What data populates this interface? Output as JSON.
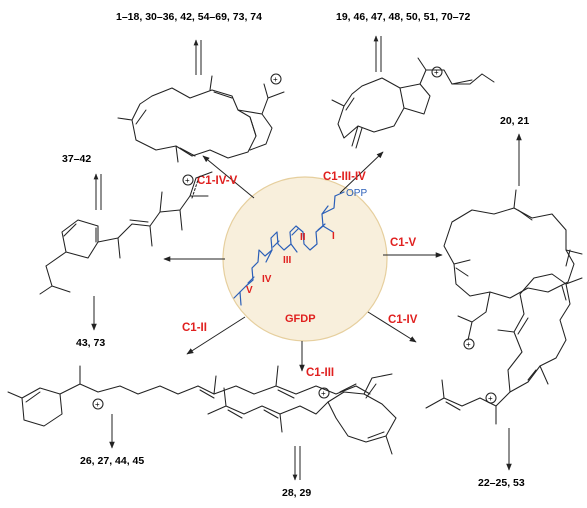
{
  "center": {
    "label": "GFDP",
    "group": "OPP",
    "ring_labels": [
      "I",
      "II",
      "III",
      "IV",
      "V"
    ],
    "colors": {
      "disc": "#f8efdc",
      "disc_border": "#e6cf9e",
      "blue": "#2b5fb8",
      "red": "#e0201f"
    }
  },
  "routes": [
    {
      "id": "c1-iv-v",
      "label": "C1-IV-V"
    },
    {
      "id": "c1-iii-iv",
      "label": "C1-III-IV"
    },
    {
      "id": "c1-v",
      "label": "C1-V"
    },
    {
      "id": "c1-iv",
      "label": "C1-IV"
    },
    {
      "id": "c1-iii",
      "label": "C1-III"
    },
    {
      "id": "c1-ii",
      "label": "C1-II"
    }
  ],
  "products": [
    {
      "id": "top-left",
      "text": "1–18, 30–36, 42, 54–69, 73, 74"
    },
    {
      "id": "top-right",
      "text": "19, 46, 47, 48, 50, 51, 70–72"
    },
    {
      "id": "right-upper",
      "text": "20, 21"
    },
    {
      "id": "left-upper",
      "text": "37–42"
    },
    {
      "id": "left-lower",
      "text": "43, 73"
    },
    {
      "id": "bottom-left",
      "text": "26, 27, 44, 45"
    },
    {
      "id": "bottom-center",
      "text": "28, 29"
    },
    {
      "id": "bottom-right",
      "text": "22–25, 53"
    }
  ],
  "cation_symbol": "+"
}
